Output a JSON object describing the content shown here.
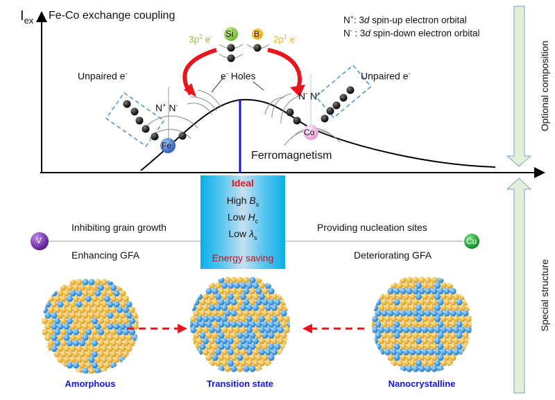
{
  "top_panel": {
    "y_axis_label": "I",
    "y_axis_sub": "ex",
    "title": "Fe-Co exchange coupling",
    "legend": [
      {
        "sym": "N",
        "sup": "+",
        "text": ": 3",
        "ital": "d",
        "rest": " spin-up electron orbital"
      },
      {
        "sym": "N",
        "sup": "-",
        "text": " : 3",
        "ital": "d",
        "rest": " spin-down electron orbital"
      }
    ],
    "si": {
      "label": "Si",
      "orbital": "3p",
      "orbital_sup": "2",
      "e": " e",
      "e_sup": "-",
      "color": "#8bc83f"
    },
    "b": {
      "label": "B",
      "orbital": "2p",
      "orbital_sup": "1",
      "e": " e",
      "e_sup": "-",
      "color": "#f6b400"
    },
    "holes": {
      "pre": "e",
      "sup": "-",
      "post": " Holes"
    },
    "unpaired_left": {
      "text": "Unpaired e",
      "sup": "-"
    },
    "unpaired_right": {
      "text": "Unpaired e",
      "sup": "-"
    },
    "fe": {
      "label": "Fe",
      "color": "#3f72c8",
      "nplus": "N",
      "nplus_sup": "+",
      "nminus": "N",
      "nminus_sup": "-"
    },
    "co": {
      "label": "Co",
      "color": "#f4b8e0",
      "nminus": "N",
      "nminus_sup": "-",
      "nplus": "N",
      "nplus_sup": "+"
    },
    "curve_label": "Ferromagnetism"
  },
  "ideal_box": {
    "title": "Ideal",
    "items": [
      {
        "pre": "High ",
        "var": "B",
        "sub": "s"
      },
      {
        "pre": "Low ",
        "var": "H",
        "sub": "c"
      },
      {
        "pre": "Low ",
        "var": "λ",
        "sub": "s"
      }
    ],
    "footer": "Energy saving",
    "title_color": "#e8141e",
    "footer_color": "#c0141e"
  },
  "middle": {
    "v": {
      "label": "V",
      "color": "#7a2fa8",
      "top": "Inhibiting grain growth",
      "bottom": "Enhancing GFA"
    },
    "cu": {
      "label": "Cu",
      "color": "#1a9e2e",
      "top": "Providing nucleation sites",
      "bottom": "Deteriorating GFA"
    }
  },
  "structures": [
    {
      "label": "Amorphous"
    },
    {
      "label": "Transition state"
    },
    {
      "label": "Nanocrystalline"
    }
  ],
  "side_arrows": {
    "top": "Optional composition",
    "bottom": "Special structure",
    "fill": "#e3efd9",
    "stroke": "#7f9fc8"
  }
}
